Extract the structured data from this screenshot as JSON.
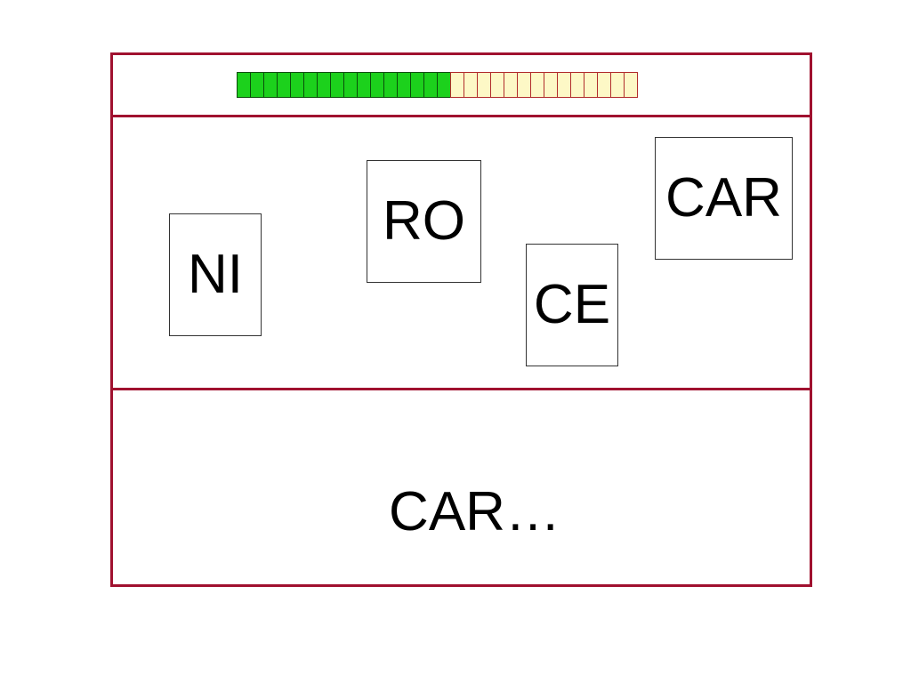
{
  "progress": {
    "total_segments": 30,
    "filled_segments": 16,
    "filled_color": "#1cd11c",
    "empty_color": "#fdf8c6"
  },
  "syllables": [
    {
      "label": "NI"
    },
    {
      "label": "RO"
    },
    {
      "label": "CE"
    },
    {
      "label": "CAR"
    }
  ],
  "answer": {
    "text": "CAR…"
  },
  "colors": {
    "frame_border": "#a0112f"
  }
}
